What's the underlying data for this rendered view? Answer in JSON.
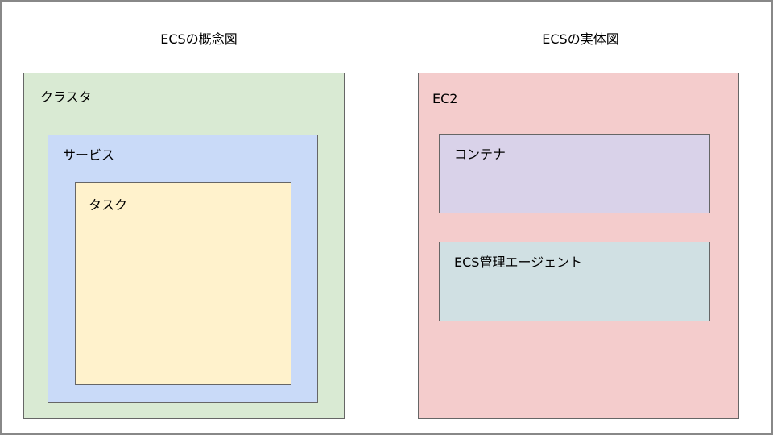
{
  "left_panel": {
    "title": "ECSの概念図",
    "cluster": {
      "label": "クラスタ",
      "color": "#d9ead3"
    },
    "service": {
      "label": "サービス",
      "color": "#c9daf8"
    },
    "task": {
      "label": "タスク",
      "color": "#fff2cc"
    }
  },
  "right_panel": {
    "title": "ECSの実体図",
    "ec2": {
      "label": "EC2",
      "color": "#f4cccc"
    },
    "container": {
      "label": "コンテナ",
      "color": "#d9d2e9"
    },
    "agent": {
      "label": "ECS管理エージェント",
      "color": "#d0e0e3"
    }
  }
}
